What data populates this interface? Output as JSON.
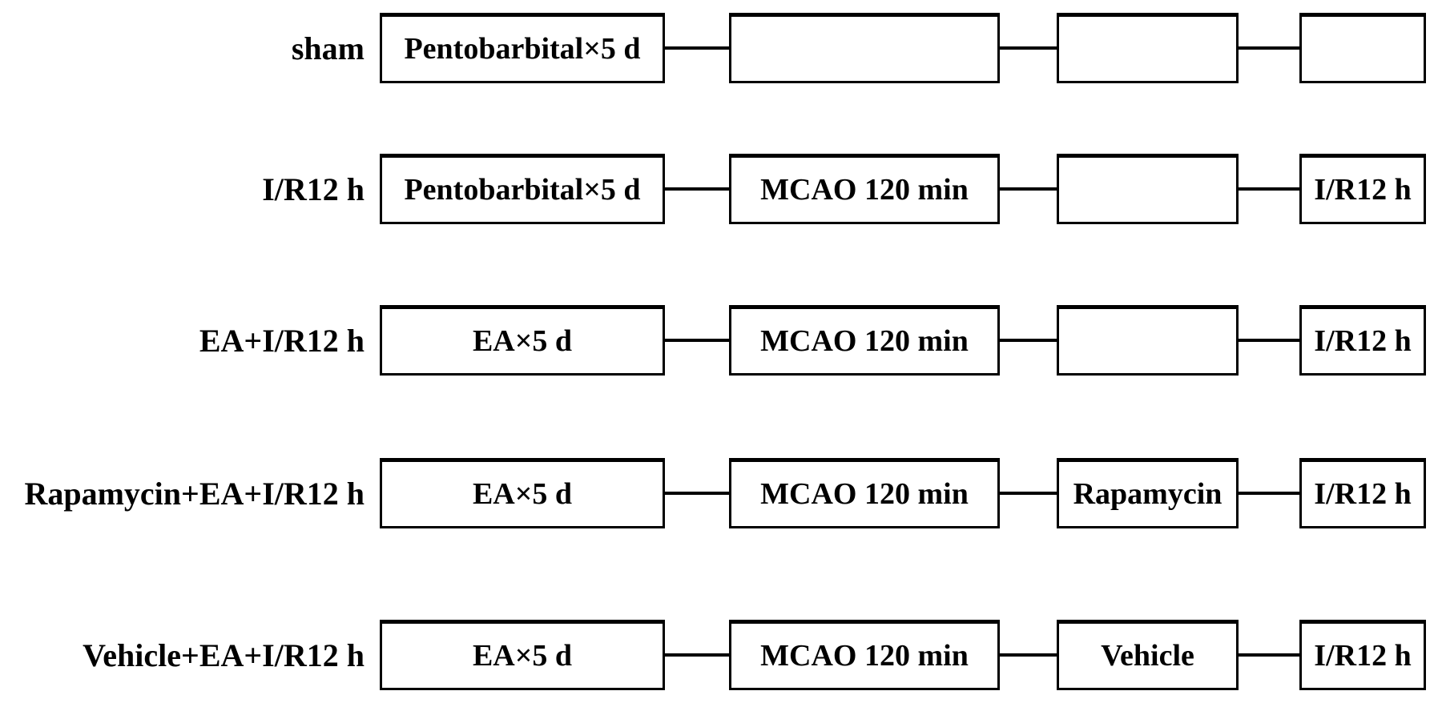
{
  "diagram": {
    "title": "experimental-group-timeline-diagram",
    "colors": {
      "background": "#ffffff",
      "line": "#000000",
      "text": "#000000"
    },
    "rows": [
      {
        "label": "sham",
        "boxes": [
          "Pentobarbital×5 d",
          "",
          "",
          ""
        ]
      },
      {
        "label": "I/R12 h",
        "boxes": [
          "Pentobarbital×5 d",
          "MCAO 120 min",
          "",
          "I/R12 h"
        ]
      },
      {
        "label": "EA+I/R12 h",
        "boxes": [
          "EA×5 d",
          "MCAO 120 min",
          "",
          "I/R12 h"
        ]
      },
      {
        "label": "Rapamycin+EA+I/R12 h",
        "boxes": [
          "EA×5 d",
          "MCAO 120 min",
          "Rapamycin",
          "I/R12 h"
        ]
      },
      {
        "label": "Vehicle+EA+I/R12 h",
        "boxes": [
          "EA×5 d",
          "MCAO 120 min",
          "Vehicle",
          "I/R12 h"
        ]
      }
    ]
  }
}
